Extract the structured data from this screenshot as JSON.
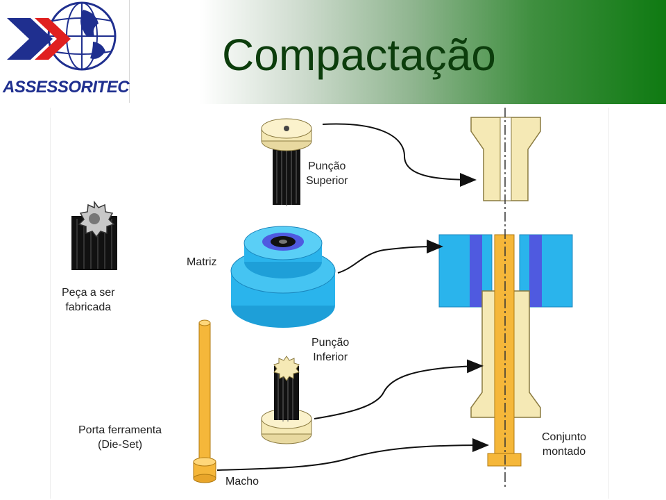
{
  "header": {
    "logo_text": "ASSESSORITEC",
    "title": "Compactação"
  },
  "diagram": {
    "labels": {
      "puncao_superior": [
        "Punção",
        "Superior"
      ],
      "matriz": "Matriz",
      "peca": [
        "Peça a ser",
        "fabricada"
      ],
      "puncao_inferior": [
        "Punção",
        "Inferior"
      ],
      "porta_ferramenta": [
        "Porta ferramenta",
        "(Die-Set)"
      ],
      "macho": "Macho",
      "conjunto": [
        "Conjunto",
        "montado"
      ]
    },
    "colors": {
      "gear_black": "#111111",
      "cream": "#f5e9b5",
      "matrix_blue": "#2ab4ec",
      "inner_blue": "#4f5ae0",
      "rod_yellow": "#f5b73a",
      "title_green": "#0c3d0c",
      "logo_blue": "#1f2f8f",
      "logo_red": "#e02020"
    }
  }
}
